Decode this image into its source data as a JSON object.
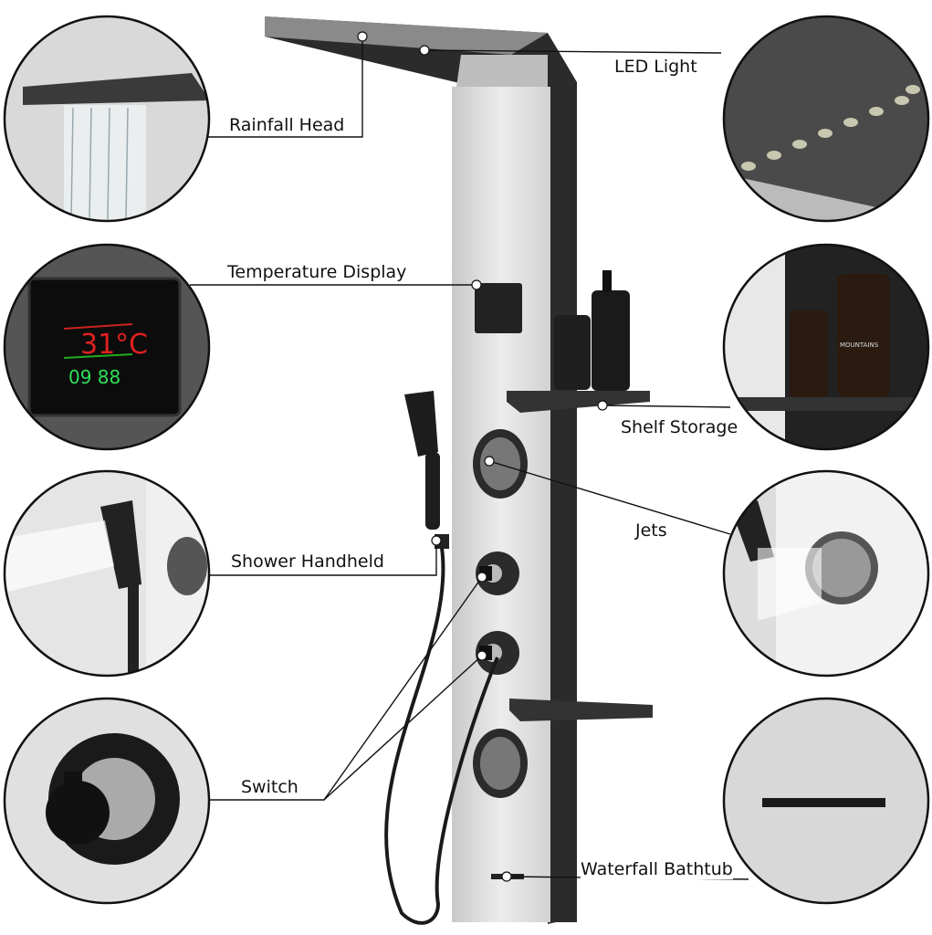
{
  "labels": {
    "led_light": "LED Light",
    "rainfall_head": "Rainfall Head",
    "temperature_display": "Temperature Display",
    "shelf_storage": "Shelf Storage",
    "jets": "Jets",
    "shower_handheld": "Shower Handheld",
    "switch": "Switch",
    "waterfall_bathtub": "Waterfall Bathtub"
  },
  "display": {
    "temperature": "31°C",
    "timer": "09 88"
  },
  "bottle_brand": "MOUNTAINS",
  "colors": {
    "panel": "#dcdcdc",
    "frame": "#2b2b2b",
    "display_red": "#e02020",
    "display_green": "#2ee05a"
  }
}
